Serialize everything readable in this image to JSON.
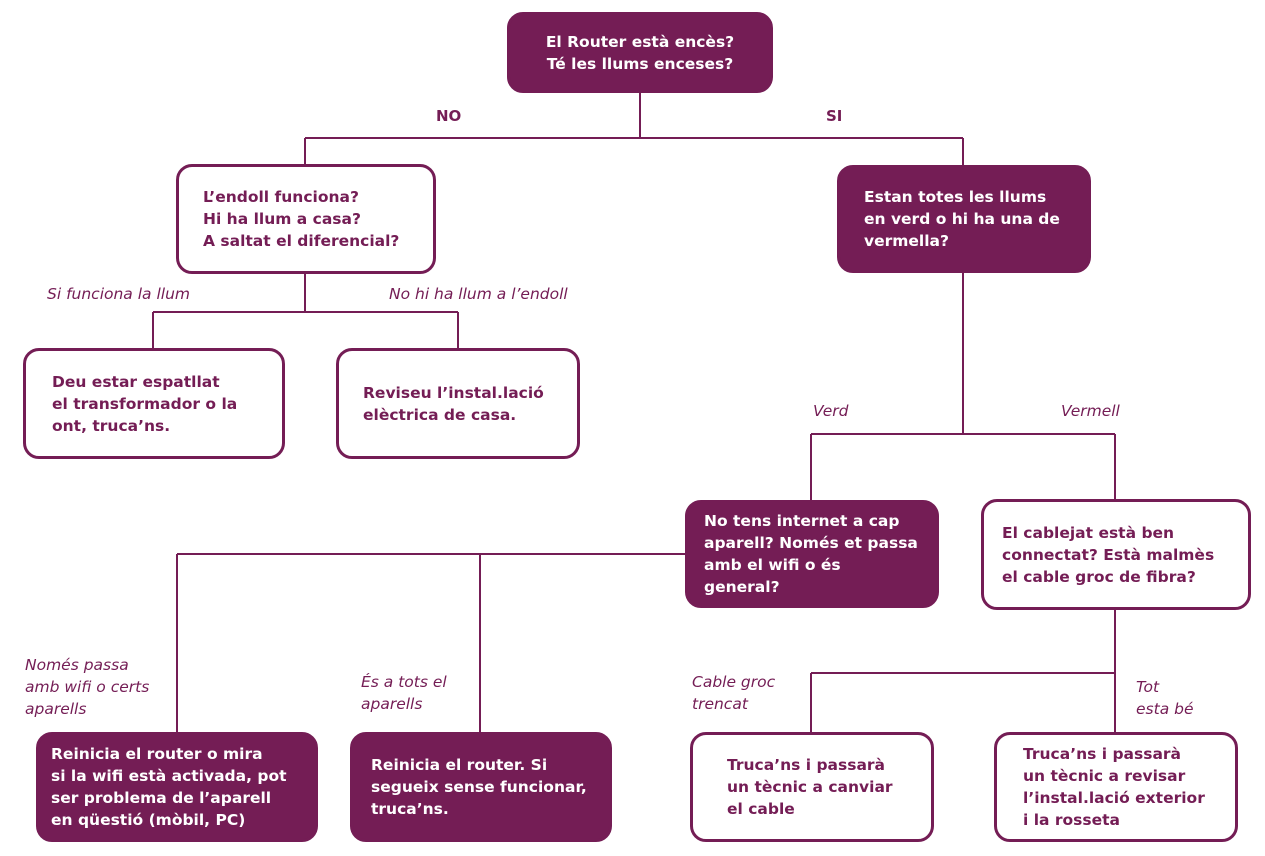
{
  "colors": {
    "accent": "#741d55",
    "background": "#ffffff"
  },
  "nodes": {
    "root": "El Router està encès?\nTé les llums enceses?",
    "no_branch": "L’endoll funciona?\nHi ha llum a casa?\nA saltat el diferencial?",
    "si_branch": "Estan totes les llums\nen verd o hi ha una de\nvermella?",
    "transformer": "Deu estar espatllat\nel transformador o la\nont, truca’ns.",
    "electrical": "Reviseu l’instal.lació\nelèctrica de casa.",
    "no_internet": "No tens internet a cap\naparell? Només et passa\namb el wifi o és general?",
    "cabling": "El cablejat està ben\nconnectat? Està malmès\nel cable groc de fibra?",
    "restart_wifi": "Reinicia el router o mira\nsi la wifi està activada, pot\nser problema de l’aparell\nen qüestió (mòbil, PC)",
    "restart_router": "Reinicia el router. Si\nsegueix sense funcionar,\ntruca’ns.",
    "call_cable": "Truca’ns i passarà\nun tècnic a canviar\nel cable",
    "call_review": "Truca’ns i passarà\nun tècnic a revisar\nl’instal.lació exterior\ni la rosseta"
  },
  "labels": {
    "no": "NO",
    "si": "SI",
    "light_works": "Si funciona la llum",
    "no_light": "No hi ha llum a l’endoll",
    "green": "Verd",
    "red": "Vermell",
    "only_wifi": "Només passa\namb wifi o certs\naparells",
    "all_devices": "És a tots el\naparells",
    "cable_broken": "Cable groc\ntrencat",
    "all_fine": "Tot\nesta bé"
  }
}
